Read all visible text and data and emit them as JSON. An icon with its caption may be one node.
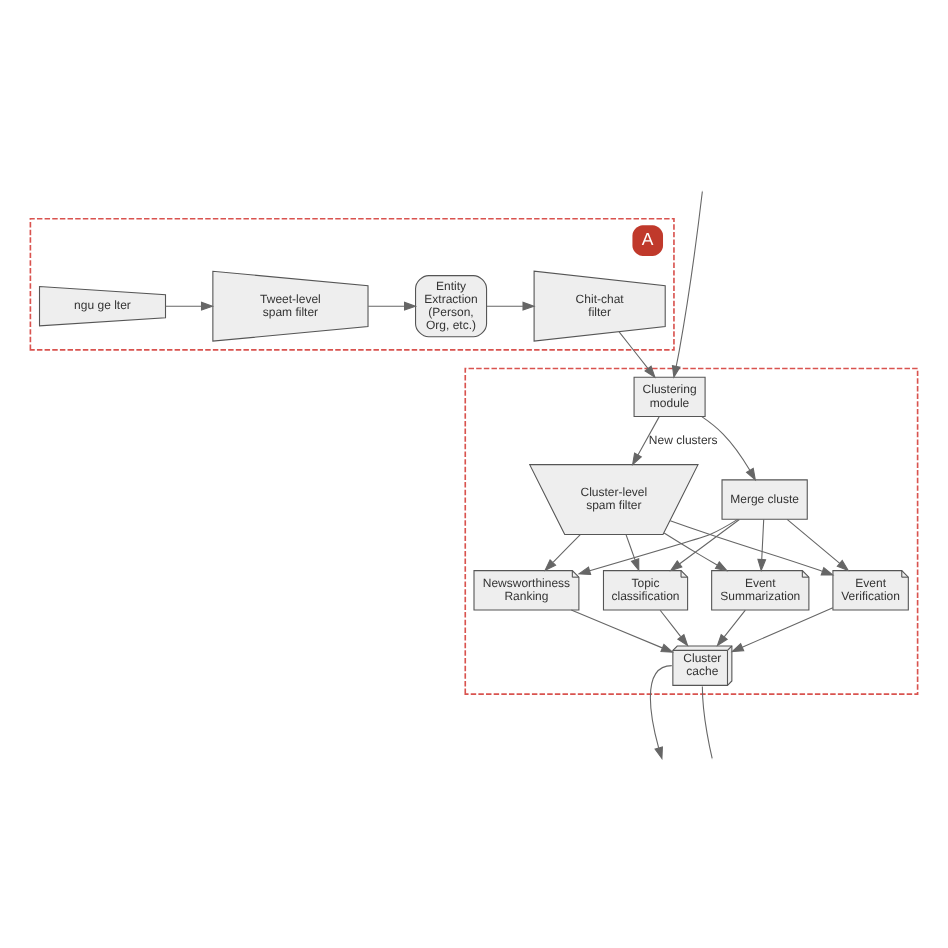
{
  "diagram": {
    "nodes": [
      {
        "text": [
          "A"
        ]
      },
      {
        "text": [
          "ngu ge lter"
        ],
        "in": 0
      },
      {
        "text": [
          "Tweet-level spam filter"
        ],
        "in": 0
      },
      {
        "text": [
          "Entity Extraction (Person, Org, etc.)"
        ],
        "in": 0
      },
      {
        "text": [
          "Chit-chat filter"
        ],
        "in": 0
      },
      {
        "text": [],
        "shape": "box"
      },
      {
        "text": [
          "Clustering module"
        ],
        "in": 5
      },
      {
        "text": [
          "Cluster-level spam filter"
        ],
        "in": 5
      },
      {
        "text": [
          "Merge cluste"
        ],
        "in": 5
      },
      {
        "text": [
          "Topic classification"
        ],
        "in": 5
      },
      {
        "text": [
          "Newsworthiness Ranking"
        ],
        "in": 5
      },
      {
        "text": [
          "Event Verification"
        ],
        "in": 5
      },
      {
        "text": [
          "Event Summarization"
        ],
        "in": 5
      },
      {
        "text": [
          "Cluster cache"
        ],
        "in": 5
      }
    ],
    "edges": [
      {
        "from": 1,
        "to": 2,
        "arrow": "to"
      },
      {
        "from": 2,
        "to": 3,
        "arrow": "to"
      },
      {
        "from": 3,
        "to": 4,
        "arrow": "to"
      },
      {
        "from": 4,
        "to": 6,
        "arrow": "to"
      },
      {
        "from": null,
        "to": 6,
        "arrow": "to"
      },
      {
        "from": 6,
        "to": 7,
        "arrow": "to",
        "label": "New clusters"
      },
      {
        "from": 6,
        "to": 8,
        "arrow": "to"
      },
      {
        "from": 7,
        "to": 9,
        "arrow": "to"
      },
      {
        "from": 7,
        "to": 10,
        "arrow": "to"
      },
      {
        "from": 7,
        "to": 11,
        "arrow": "to"
      },
      {
        "from": 7,
        "to": 12,
        "arrow": "to"
      },
      {
        "from": 8,
        "to": 9,
        "arrow": "to"
      },
      {
        "from": 8,
        "to": 10,
        "arrow": "to"
      },
      {
        "from": 8,
        "to": 11,
        "arrow": "to"
      },
      {
        "from": 8,
        "to": 12,
        "arrow": "to"
      },
      {
        "from": 9,
        "to": 13,
        "arrow": "to"
      },
      {
        "from": 10,
        "to": 13,
        "arrow": "to"
      },
      {
        "from": 11,
        "to": 13,
        "arrow": "to"
      },
      {
        "from": 12,
        "to": 13,
        "arrow": "to"
      },
      {
        "from": 13,
        "to": null,
        "arrow": "to"
      },
      {
        "from": 13,
        "to": null,
        "arrow": "none"
      }
    ]
  }
}
